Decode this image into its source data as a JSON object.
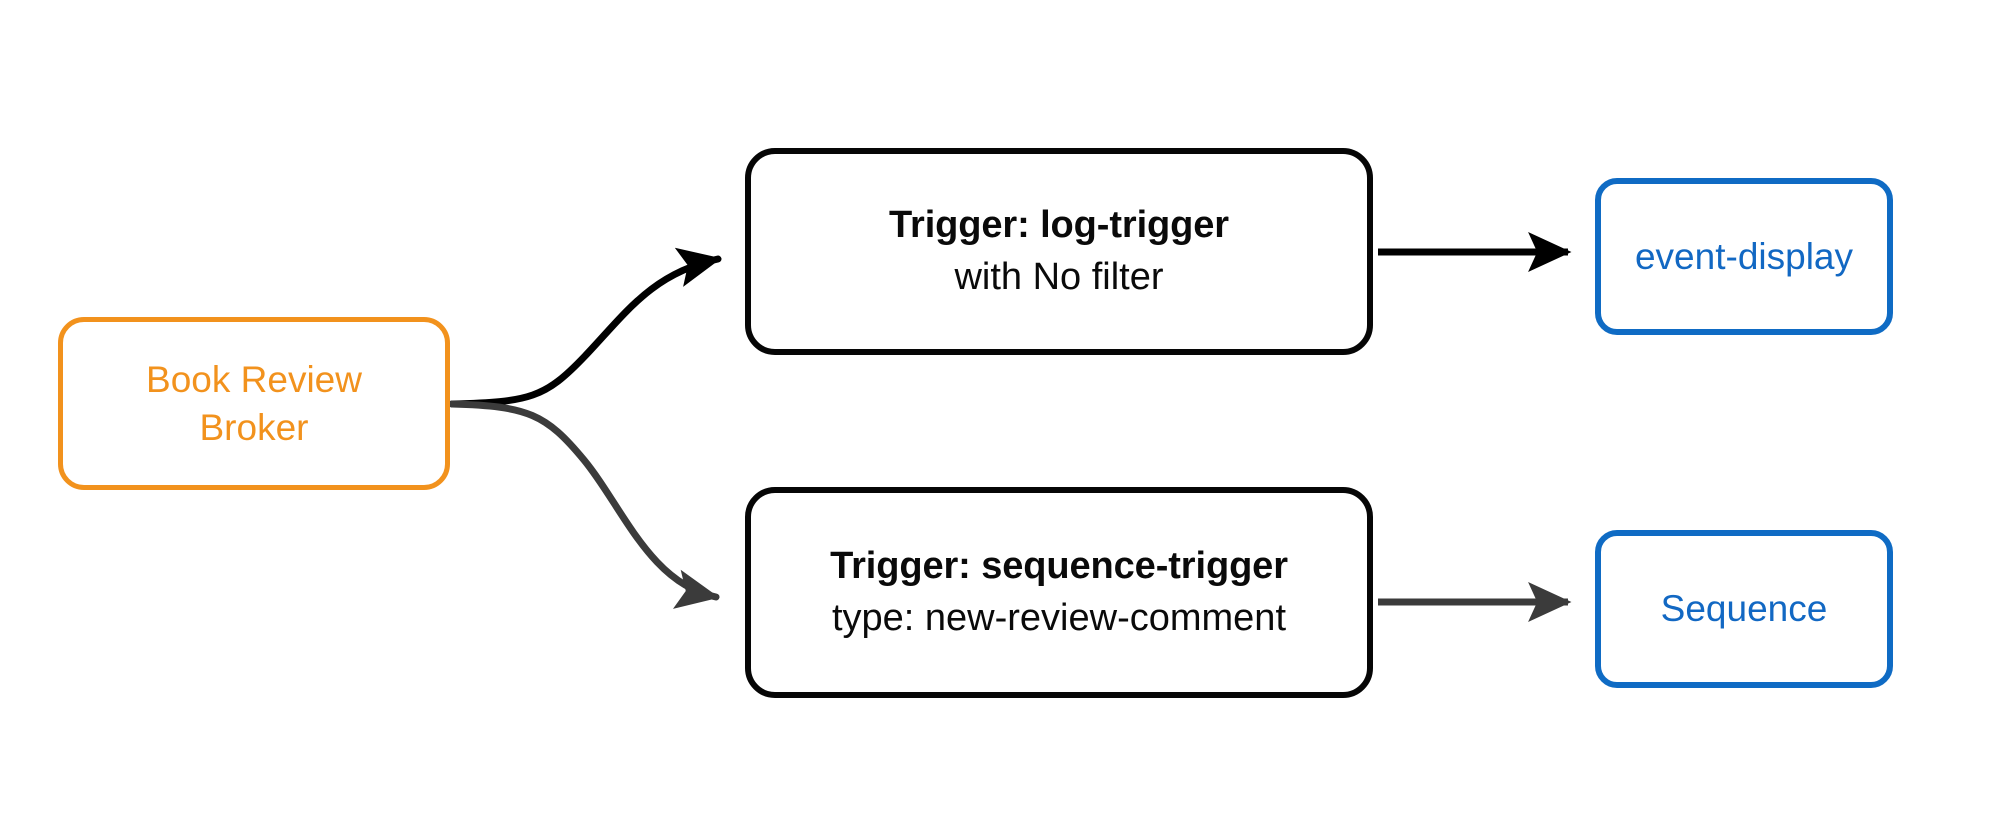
{
  "diagram": {
    "type": "flow-diagram",
    "background_color": "#ffffff",
    "palette": {
      "broker": "#F2921D",
      "trigger": "#060606",
      "target": "#0F6BC4",
      "edge_primary": "#000000",
      "edge_secondary": "#3B3B3B"
    },
    "nodes": {
      "broker": {
        "id": "book-review-broker",
        "line1": "Book Review",
        "line2": "Broker",
        "shape": "rounded-rect",
        "color": "#F2921D"
      },
      "trigger_log": {
        "id": "log-trigger",
        "title": "Trigger: log-trigger",
        "subtitle": "with No filter",
        "shape": "rounded-rect",
        "color": "#060606"
      },
      "trigger_sequence": {
        "id": "sequence-trigger",
        "title": "Trigger: sequence-trigger",
        "subtitle": "type: new-review-comment",
        "shape": "rounded-rect",
        "color": "#060606"
      },
      "target_event_display": {
        "id": "event-display",
        "label": "event-display",
        "shape": "rounded-rect",
        "color": "#0F6BC4"
      },
      "target_sequence": {
        "id": "sequence",
        "label": "Sequence",
        "shape": "rounded-rect",
        "color": "#0F6BC4"
      }
    },
    "edges": [
      {
        "id": "broker-to-log-trigger",
        "from": "book-review-broker",
        "to": "log-trigger",
        "style": "curved",
        "color": "#000000",
        "arrowhead": "filled-triangle"
      },
      {
        "id": "broker-to-sequence-trigger",
        "from": "book-review-broker",
        "to": "sequence-trigger",
        "style": "curved",
        "color": "#3B3B3B",
        "arrowhead": "filled-triangle"
      },
      {
        "id": "log-trigger-to-event-display",
        "from": "log-trigger",
        "to": "event-display",
        "style": "straight",
        "color": "#000000",
        "arrowhead": "filled-triangle"
      },
      {
        "id": "sequence-trigger-to-sequence",
        "from": "sequence-trigger",
        "to": "sequence",
        "style": "straight",
        "color": "#3B3B3B",
        "arrowhead": "filled-triangle"
      }
    ]
  }
}
